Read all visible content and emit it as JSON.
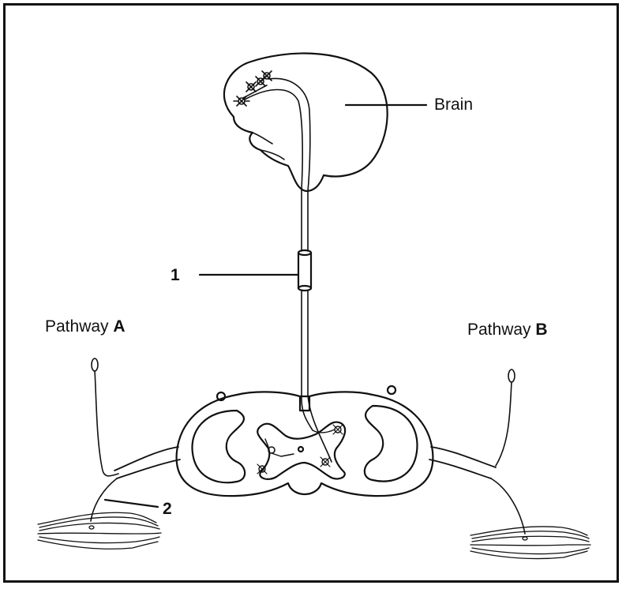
{
  "labels": {
    "brain": "Brain",
    "label_1": "1",
    "label_2": "2",
    "pathway_a_prefix": "Pathway ",
    "pathway_a_letter": "A",
    "pathway_b_prefix": "Pathway ",
    "pathway_b_letter": "B"
  },
  "colors": {
    "line": "#111111",
    "background": "#ffffff"
  }
}
